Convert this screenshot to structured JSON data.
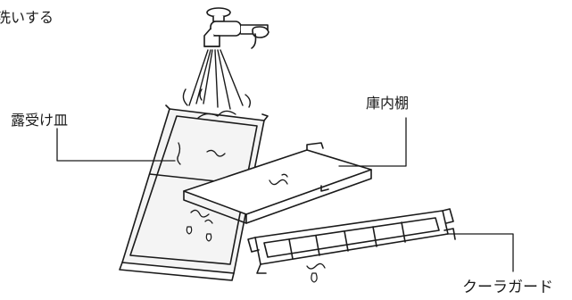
{
  "heading": "洗いする",
  "labels": {
    "drip_tray": "露受け皿",
    "shelf": "庫内棚",
    "cooler_guard": "クーラガード"
  },
  "colors": {
    "line": "#1a1a1a",
    "background": "#ffffff",
    "tray_fill": "#f2f2f2"
  },
  "icons": [
    "faucet-icon",
    "water-stream",
    "water-drop-icon"
  ]
}
